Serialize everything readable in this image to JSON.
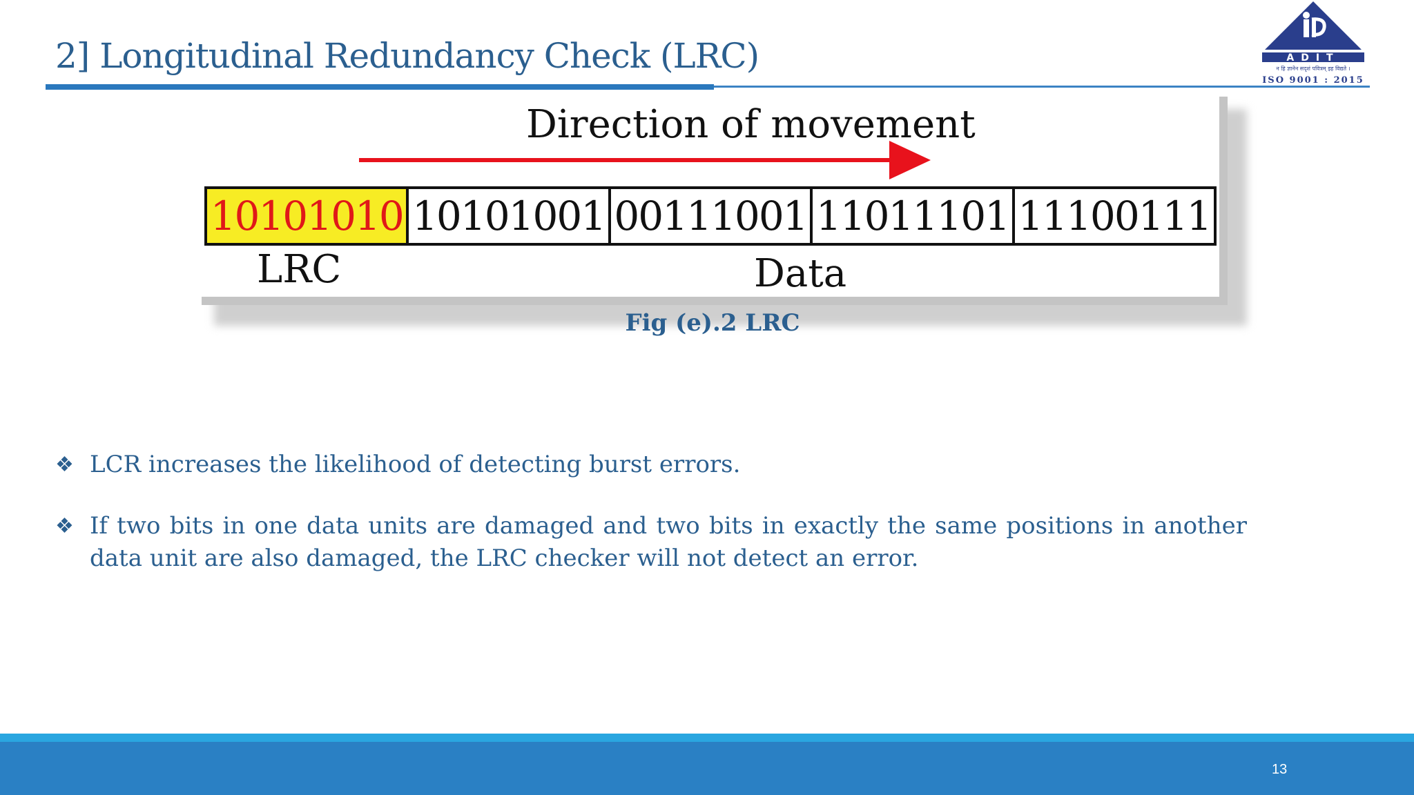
{
  "title": "2] Longitudinal Redundancy Check (LRC)",
  "logo": {
    "name": "ADIT",
    "motto": "न हि ज्ञानेन सदृशं पवित्रम् इह विद्यते ।",
    "certification": "ISO 9001 : 2015",
    "colors": {
      "primary": "#2a3e8c"
    }
  },
  "figure": {
    "heading": "Direction of movement",
    "cells": [
      {
        "value": "10101010",
        "highlight": true
      },
      {
        "value": "10101001",
        "highlight": false
      },
      {
        "value": "00111001",
        "highlight": false
      },
      {
        "value": "11011101",
        "highlight": false
      },
      {
        "value": "11100111",
        "highlight": false
      }
    ],
    "label_lrc": "LRC",
    "label_data": "Data",
    "colors": {
      "arrow": "#e8121c",
      "highlight_bg": "#f7ec24",
      "highlight_text": "#e01818"
    }
  },
  "caption": "Fig (e).2 LRC",
  "bullets": [
    "LCR increases the likelihood of detecting burst errors.",
    "If two bits in one data units are damaged and two bits in exactly the same positions in another data unit are also damaged, the LRC checker will not detect an error."
  ],
  "bullet_icon": "diamond-quad-icon",
  "page_number": "13",
  "colors": {
    "title": "#2b5f8f",
    "footer": "#2a80c4",
    "footer_stripe": "#2aa6e0"
  }
}
